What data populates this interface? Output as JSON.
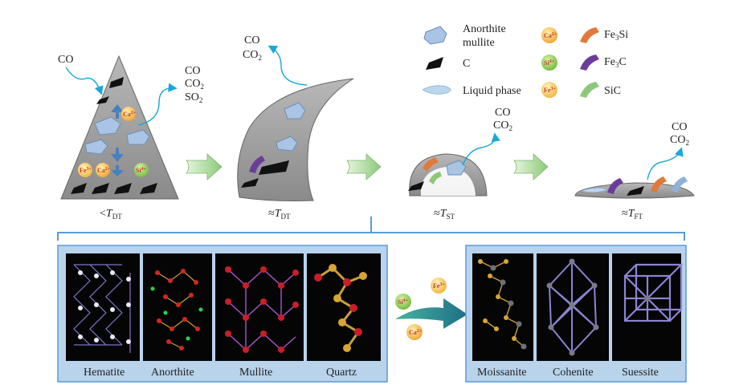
{
  "legend": {
    "anorthite_mullite": [
      "Anorthite",
      "mullite"
    ],
    "carbon": "C",
    "liquid": "Liquid phase",
    "ca": "Ca",
    "si": "Si",
    "fe": "Fe",
    "fe3si": "Fe",
    "fe3si_sub": "3",
    "fe3si_tail": "Si",
    "fe3c": "Fe",
    "fe3c_sub": "3",
    "fe3c_tail": "C",
    "sic": "SiC"
  },
  "gases": {
    "co_in": "CO",
    "stage1_out": [
      "CO",
      "CO",
      "SO"
    ],
    "stage2_out": [
      "CO",
      "CO"
    ],
    "stage3_out": [
      "CO",
      "CO"
    ],
    "stage4_out": [
      "CO",
      "CO"
    ],
    "sub2": "2"
  },
  "stages": [
    {
      "approx": "<",
      "T": "T",
      "sub": "DT"
    },
    {
      "approx": "≈",
      "T": "T",
      "sub": "DT"
    },
    {
      "approx": "≈",
      "T": "T",
      "sub": "ST"
    },
    {
      "approx": "≈",
      "T": "T",
      "sub": "FT"
    }
  ],
  "minerals_left": [
    "Hematite",
    "Anorthite",
    "Mullite",
    "Quartz"
  ],
  "minerals_right": [
    "Moissanite",
    "Cohenite",
    "Suessite"
  ],
  "ions": {
    "ca": "Ca",
    "si": "Si",
    "fe": "Fe",
    "sup2": "2+",
    "sup4": "4+",
    "sup3": "3+"
  },
  "colors": {
    "ash": "#8f8f8f",
    "frame": "#5b9bd5",
    "mineral_panel": "#b9d3ec",
    "arrow_green": "#9fd48a",
    "arrow_teal": "#1f8f86",
    "mullite_blue": "#a9c4e4",
    "fe3si": "#e07a3c",
    "fe3c": "#6a3d9a",
    "sic": "#8cc87a"
  }
}
